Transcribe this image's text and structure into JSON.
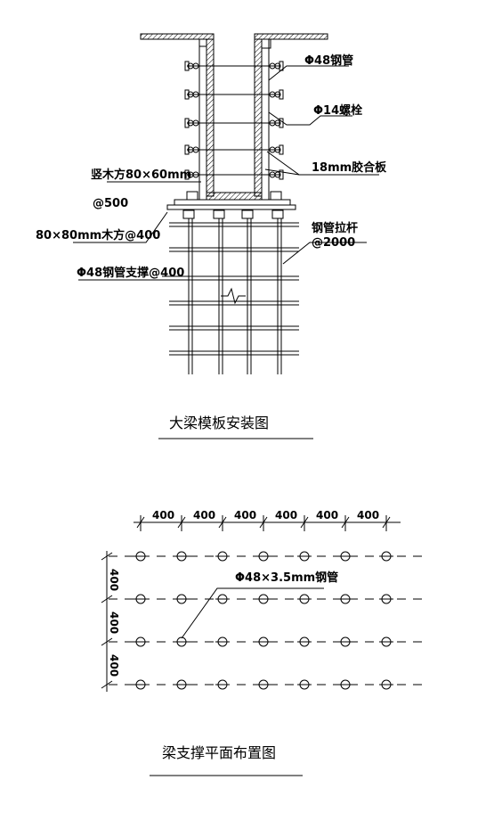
{
  "section": {
    "title": "大梁模板安装图",
    "labels": {
      "steel_pipe": "Φ48钢管",
      "bolt": "Φ14螺栓",
      "plywood": "18mm胶合板",
      "vertical_wood": "竖木方80×60mm",
      "vertical_wood_spacing": "@500",
      "horizontal_wood": "80×80mm木方@400",
      "tie_rod": "钢管拉杆",
      "tie_rod_spacing": "@2000",
      "support": "Φ48钢管支撑@400"
    }
  },
  "plan": {
    "title": "梁支撑平面布置图",
    "pipe_label": "Φ48×3.5mm钢管",
    "h_spacings": [
      "400",
      "400",
      "400",
      "400",
      "400",
      "400"
    ],
    "v_spacings": [
      "400",
      "400",
      "400"
    ],
    "columns": 7,
    "rows": 4
  }
}
